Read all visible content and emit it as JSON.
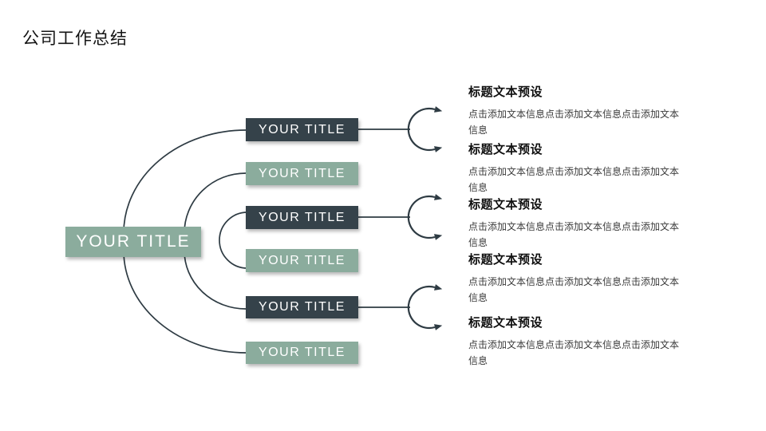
{
  "slide": {
    "title": "公司工作总结",
    "colors": {
      "green": "#8BAC9D",
      "dark": "#35424A",
      "line": "#2E3B43"
    },
    "main_node": {
      "label": "YOUR TITLE"
    },
    "nodes": [
      {
        "label": "YOUR TITLE",
        "variant": "dark"
      },
      {
        "label": "YOUR TITLE",
        "variant": "green"
      },
      {
        "label": "YOUR TITLE",
        "variant": "dark"
      },
      {
        "label": "YOUR TITLE",
        "variant": "green"
      },
      {
        "label": "YOUR TITLE",
        "variant": "dark"
      },
      {
        "label": "YOUR TITLE",
        "variant": "green"
      }
    ],
    "text_blocks": [
      {
        "heading": "标题文本预设",
        "body": "点击添加文本信息点击添加文本信息点击添加文本信息"
      },
      {
        "heading": "标题文本预设",
        "body": "点击添加文本信息点击添加文本信息点击添加文本信息"
      },
      {
        "heading": "标题文本预设",
        "body": "点击添加文本信息点击添加文本信息点击添加文本信息"
      },
      {
        "heading": "标题文本预设",
        "body": "点击添加文本信息点击添加文本信息点击添加文本信息"
      },
      {
        "heading": "标题文本预设",
        "body": "点击添加文本信息点击添加文本信息点击添加文本信息"
      }
    ]
  }
}
